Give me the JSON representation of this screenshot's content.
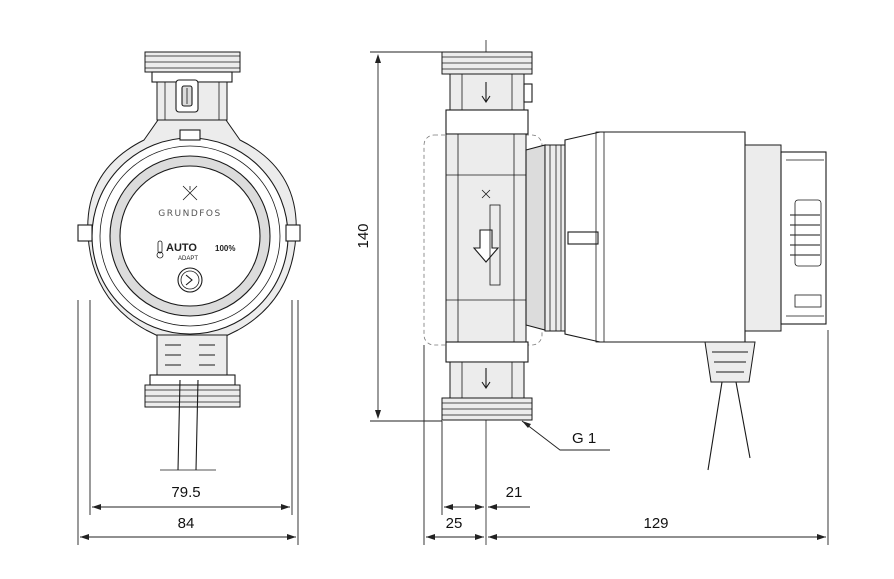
{
  "dimensions": {
    "width_inner": "79.5",
    "width_outer": "84",
    "height": "140",
    "port_offset": "25",
    "port_thread": "21",
    "depth": "129"
  },
  "labels": {
    "thread": "G 1"
  },
  "faceplate": {
    "brand": "GRUNDFOS",
    "mode": "AUTO",
    "mode_sub": "ADAPT",
    "percent": "100%"
  },
  "colors": {
    "line": "#1a1a1a",
    "body_fill": "#dcdcdc"
  }
}
